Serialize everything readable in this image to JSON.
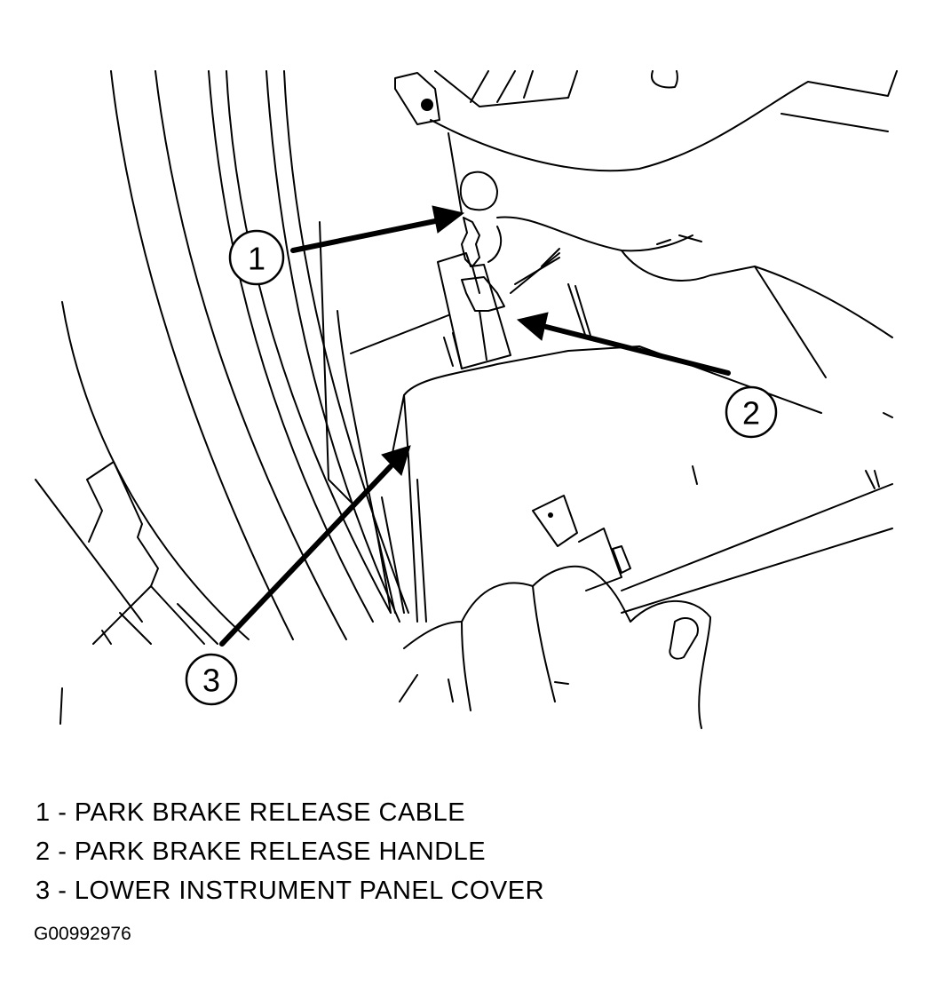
{
  "figure": {
    "title": "Park brake release cable and handle removal",
    "callouts": [
      {
        "number": "1",
        "target": "park-brake-release-cable"
      },
      {
        "number": "2",
        "target": "park-brake-release-handle"
      },
      {
        "number": "3",
        "target": "lower-instrument-panel-cover"
      }
    ]
  },
  "legend": {
    "items": [
      {
        "number": "1",
        "separator": " - ",
        "label": "PARK BRAKE RELEASE CABLE"
      },
      {
        "number": "2",
        "separator": " - ",
        "label": "PARK BRAKE RELEASE HANDLE"
      },
      {
        "number": "3",
        "separator": " - ",
        "label": "LOWER INSTRUMENT PANEL COVER"
      }
    ]
  },
  "figure_id": "G00992976"
}
